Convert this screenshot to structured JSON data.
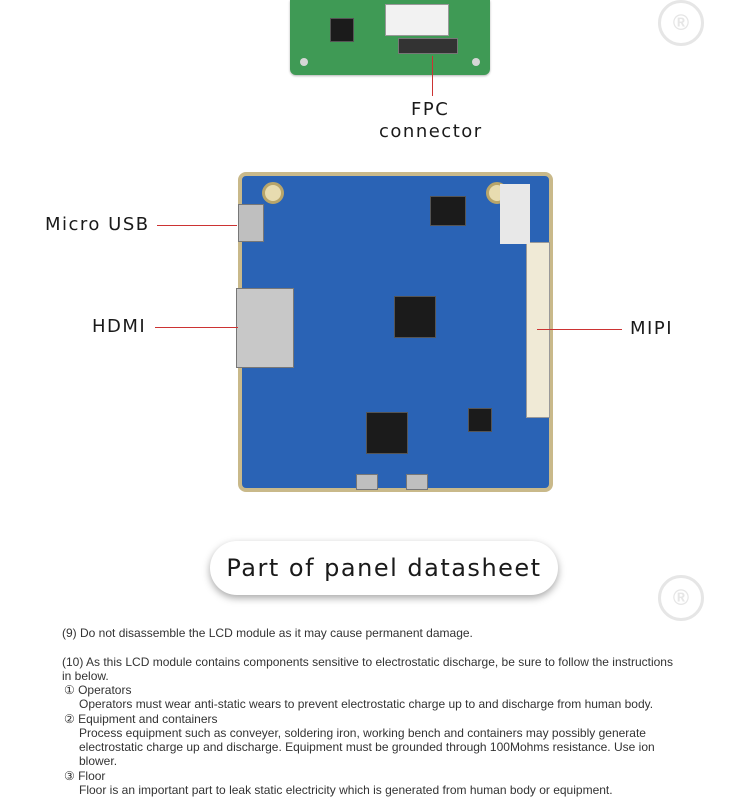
{
  "labels": {
    "fpc_line1": "FPC",
    "fpc_line2": "connector",
    "micro_usb": "Micro USB",
    "hdmi": "HDMI",
    "mipi": "MIPI"
  },
  "section_title": "Part of panel datasheet",
  "registered_mark": "®",
  "datasheet": {
    "item9": "(9) Do not disassemble the LCD module as it may cause permanent damage.",
    "item10_line1": "(10) As this LCD module contains components sensitive to electrostatic discharge, be sure to follow the instructions",
    "item10_line2": "in below.",
    "sub1_title": "① Operators",
    "sub1_text": "Operators must wear anti-static wears to prevent electrostatic charge up to and discharge from human body.",
    "sub2_title": "② Equipment and containers",
    "sub2_line1": "Process equipment such as conveyer, soldering iron, working bench and containers may possibly generate",
    "sub2_line2": "electrostatic charge up and discharge. Equipment must be grounded through 100Mohms resistance. Use ion",
    "sub2_line3": "blower.",
    "sub3_title": "③ Floor",
    "sub3_text": "Floor is an important part to leak static electricity which is generated from human body or equipment."
  },
  "colors": {
    "board_blue": "#2a63b5",
    "board_green": "#3f9a55",
    "pointer_red": "#cc3333"
  }
}
